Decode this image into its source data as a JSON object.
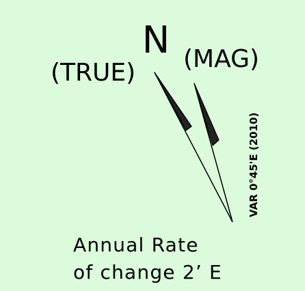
{
  "north_label": "N",
  "true_label": "(TRUE)",
  "mag_label": "(MAG)",
  "variation_label": "VAR 0°45'E (2010)",
  "annual_change": {
    "line1": "Annual Rate",
    "line2": "of change 2’ E"
  },
  "colors": {
    "background": "#dcfadc",
    "ink": "#000000",
    "arrow_fill": "#222222"
  }
}
